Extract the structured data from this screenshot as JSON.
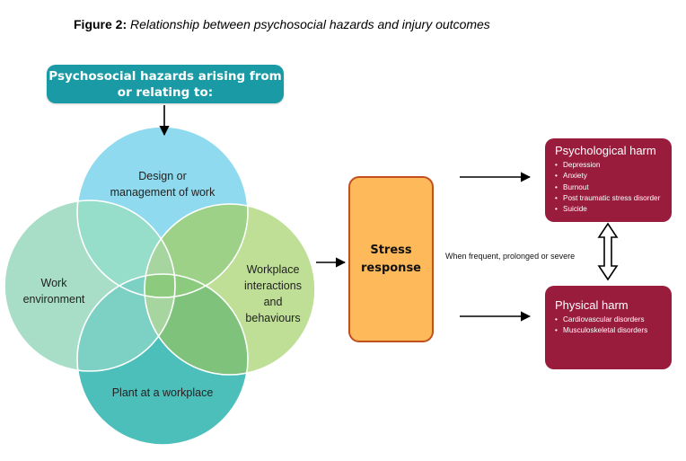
{
  "caption": {
    "label": "Figure 2:",
    "text": "Relationship between psychosocial hazards and injury outcomes"
  },
  "header": {
    "line1": "Psychosocial hazards arising from",
    "line2": "or relating to:",
    "color": "#1a9aa5"
  },
  "circles": [
    {
      "id": "design",
      "lines": [
        "Design or",
        "management of work"
      ],
      "color": "#8fdaee"
    },
    {
      "id": "environment",
      "lines": [
        "Work",
        "environment"
      ],
      "color": "#a8dec8"
    },
    {
      "id": "interactions",
      "lines": [
        "Workplace",
        "interactions",
        "and",
        "behaviours"
      ],
      "color": "#bedf95"
    },
    {
      "id": "plant",
      "lines": [
        "Plant at a workplace"
      ],
      "color": "#4dbfbb"
    }
  ],
  "stress": {
    "line1": "Stress",
    "line2": "response",
    "fill": "#fdb95a",
    "border": "#c2501f"
  },
  "condition": "When frequent, prolonged or severe",
  "psychological": {
    "title": "Psychological harm",
    "items": [
      "Depression",
      "Anxiety",
      "Burnout",
      "Post traumatic stress disorder",
      "Suicide"
    ]
  },
  "physical": {
    "title": "Physical harm",
    "items": [
      "Cardiovascular disorders",
      "Musculoskeletal disorders"
    ]
  },
  "harm_color": "#9a1c3c"
}
